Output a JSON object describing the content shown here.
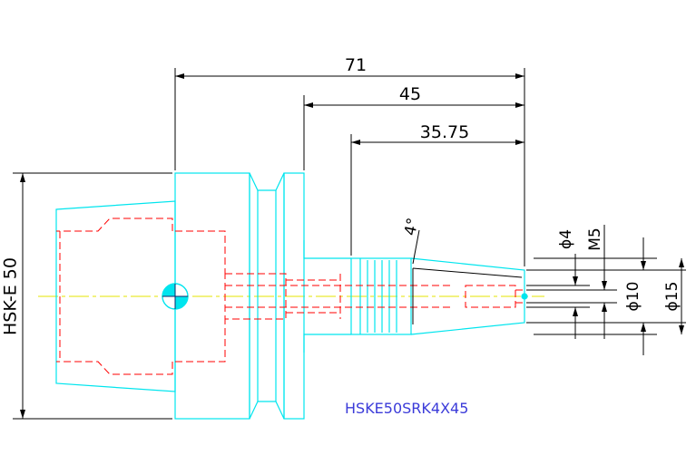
{
  "drawing": {
    "part_number": "HSKE50SRK4X45",
    "dimensions": {
      "overall_length": "71",
      "projection_length": "45",
      "taper_length": "35.75",
      "taper_angle": "4°",
      "interface_size": "HSK-E 50",
      "bore_diameter": "ϕ4",
      "thread_size": "M5",
      "nose_diameter": "ϕ10",
      "shank_diameter": "ϕ15"
    },
    "colors": {
      "outline": "#00e5ee",
      "hidden_line": "#ff0000",
      "center_line": "#e6e600",
      "dimension": "#000000",
      "label": "#3b3bd9"
    }
  }
}
